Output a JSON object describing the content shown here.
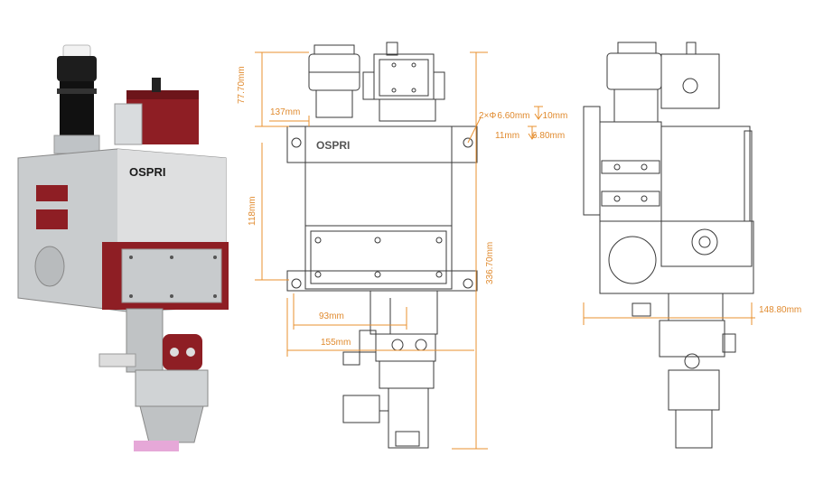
{
  "colors": {
    "accent": "#e8902f",
    "line": "#3a3a3a",
    "housing": "#cfd2d4",
    "red_panel": "#8e1e24",
    "black_tube": "#1a1a1a",
    "pink_nozzle": "#e6a8d8"
  },
  "product": {
    "logo_photo": "OSPRI",
    "logo_drawing": "OSPRI"
  },
  "dimensions": {
    "top_height": "77.70mm",
    "flange_offset": "137mm",
    "body_height": "118mm",
    "total_height": "336.70mm",
    "bottom_offset": "93mm",
    "bottom_width": "155mm",
    "side_width": "148.80mm",
    "hole_spec_1_prefix": "2×",
    "hole_spec_1_phi": "Φ",
    "hole_spec_1_value": "6.60mm",
    "hole_spec_1_depth": "10mm",
    "hole_spec_2_value": "11mm",
    "hole_spec_2_depth": "6.80mm"
  }
}
